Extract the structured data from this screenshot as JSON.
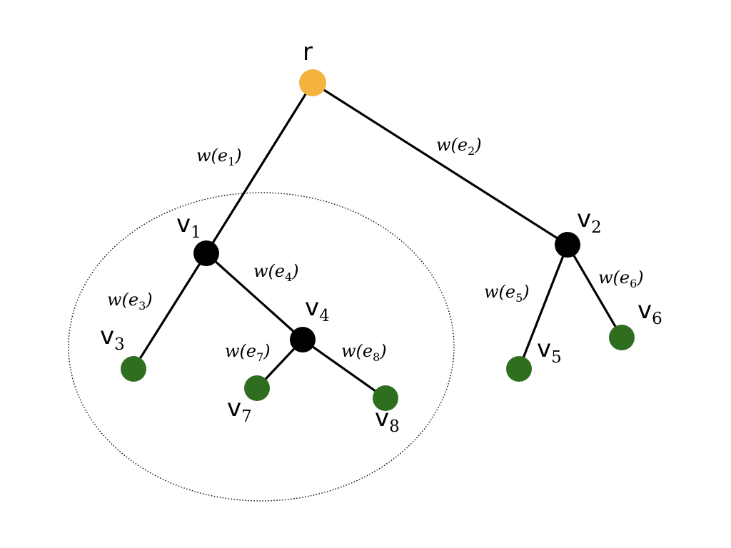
{
  "colors": {
    "root": "#F4B23E",
    "internal": "#000000",
    "leaf": "#2E6E1E",
    "line": "#000000"
  },
  "nodes": {
    "r": {
      "label": "r",
      "sub": "",
      "kind": "root"
    },
    "v1": {
      "label": "v",
      "sub": "1",
      "kind": "internal"
    },
    "v2": {
      "label": "v",
      "sub": "2",
      "kind": "internal"
    },
    "v3": {
      "label": "v",
      "sub": "3",
      "kind": "leaf"
    },
    "v4": {
      "label": "v",
      "sub": "4",
      "kind": "internal"
    },
    "v5": {
      "label": "v",
      "sub": "5",
      "kind": "leaf"
    },
    "v6": {
      "label": "v",
      "sub": "6",
      "kind": "leaf"
    },
    "v7": {
      "label": "v",
      "sub": "7",
      "kind": "leaf"
    },
    "v8": {
      "label": "v",
      "sub": "8",
      "kind": "leaf"
    }
  },
  "edges": {
    "e1": {
      "from": "r",
      "to": "v1",
      "label_open": "w(e",
      "sub": "1",
      "label_close": ")"
    },
    "e2": {
      "from": "r",
      "to": "v2",
      "label_open": "w(e",
      "sub": "2",
      "label_close": ")"
    },
    "e3": {
      "from": "v1",
      "to": "v3",
      "label_open": "w(e",
      "sub": "3",
      "label_close": ")"
    },
    "e4": {
      "from": "v1",
      "to": "v4",
      "label_open": "w(e",
      "sub": "4",
      "label_close": ")"
    },
    "e5": {
      "from": "v2",
      "to": "v5",
      "label_open": "w(e",
      "sub": "5",
      "label_close": ")"
    },
    "e6": {
      "from": "v2",
      "to": "v6",
      "label_open": "w(e",
      "sub": "6",
      "label_close": ")"
    },
    "e7": {
      "from": "v4",
      "to": "v7",
      "label_open": "w(e",
      "sub": "7",
      "label_close": ")"
    },
    "e8": {
      "from": "v4",
      "to": "v8",
      "label_open": "w(e",
      "sub": "8",
      "label_close": ")"
    }
  },
  "subtree_highlight": {
    "root": "v1",
    "style": "dotted-ellipse"
  }
}
